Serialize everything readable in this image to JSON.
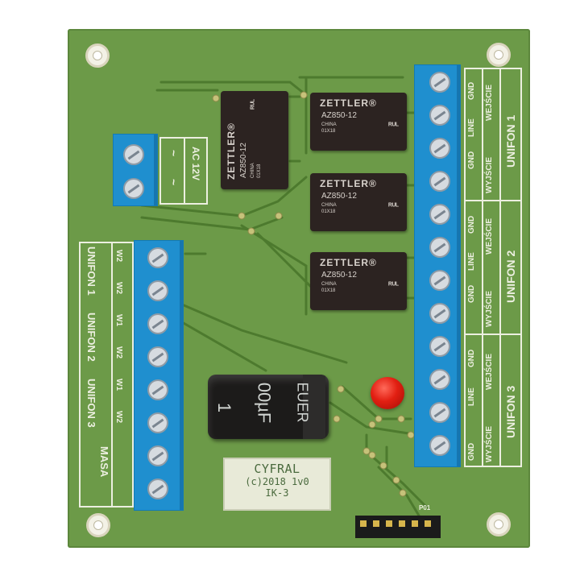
{
  "board": {
    "relay": {
      "brand": "ZETTLER®",
      "model": "AZ850-12",
      "origin": "CHINA",
      "code": "01X18",
      "ul": "ᴿᵁᴸ"
    },
    "power_label": "AC 12V",
    "power_symbols": [
      "~",
      "~"
    ],
    "right_labels": {
      "gnd": "GND",
      "line": "LINE",
      "wejscie": "WEJŚCIE",
      "wyjscie": "WYJŚCIE",
      "unifon1": "UNIFON 1",
      "unifon2": "UNIFON 2",
      "unifon3": "UNIFON 3"
    },
    "left_labels": {
      "unifon1": "UNIFON 1",
      "unifon2": "UNIFON 2",
      "unifon3": "UNIFON 3",
      "masa": "MASA",
      "w2": "W2",
      "w1": "W1"
    },
    "capacitor": {
      "line1": "1",
      "line2": "00µF",
      "brand": "EUER"
    },
    "cyfral": {
      "title": "CYFRAL",
      "copyright": "(c)2018 1v0",
      "model": "IK-3"
    },
    "header_label": "P01"
  },
  "colors": {
    "pcb": "#6c9a48",
    "terminal": "#1f8fcf",
    "relay": "#2c2321",
    "led": "#e21f12",
    "silkscreen": "#ecefe0"
  }
}
